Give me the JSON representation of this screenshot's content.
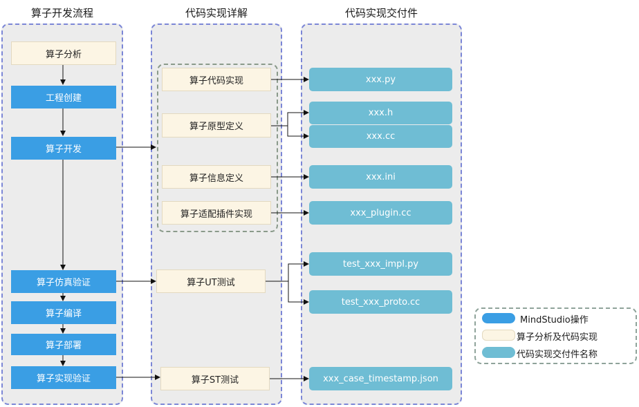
{
  "columns": {
    "process": "算子开发流程",
    "detail": "代码实现详解",
    "deliverables": "代码实现交付件"
  },
  "process_steps": [
    "算子分析",
    "工程创建",
    "算子开发",
    "算子仿真验证",
    "算子编译",
    "算子部署",
    "算子实现验证"
  ],
  "detail_items": [
    "算子代码实现",
    "算子原型定义",
    "算子信息定义",
    "算子适配插件实现",
    "算子UT测试",
    "算子ST测试"
  ],
  "files": [
    "xxx.py",
    "xxx.h",
    "xxx.cc",
    "xxx.ini",
    "xxx_plugin.cc",
    "test_xxx_impl.py",
    "test_xxx_proto.cc",
    "xxx_case_timestamp.json"
  ],
  "legend": {
    "items": [
      "MindStudio操作",
      "算子分析及代码实现",
      "代码实现交付件名称"
    ]
  },
  "colors": {
    "mindstudio_blue": "#3a9ee4",
    "analysis_cream": "#fcf5e4",
    "deliverable_teal": "#6fbdd4",
    "panel_border": "#7b86d6"
  }
}
